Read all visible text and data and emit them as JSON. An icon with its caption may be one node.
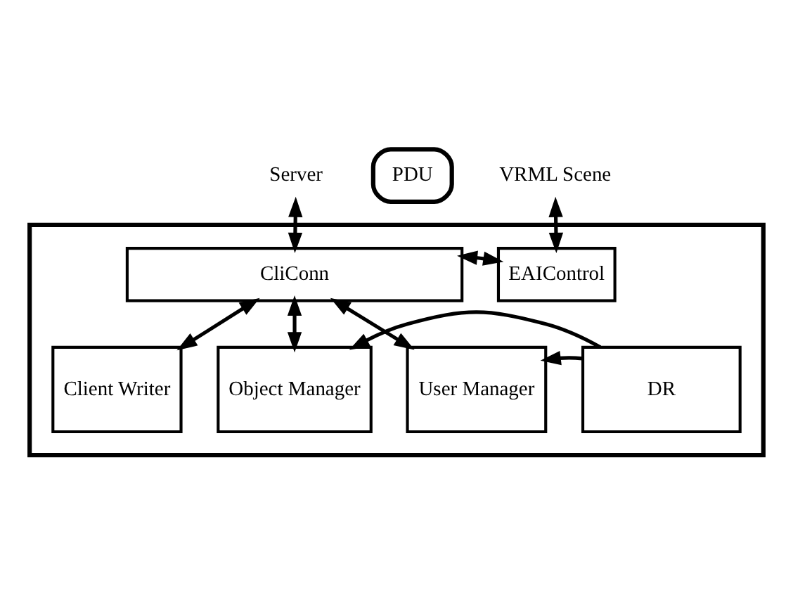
{
  "diagram": {
    "nodes": [
      {
        "text": [
          "Server"
        ]
      },
      {
        "text": [
          "PDU"
        ]
      },
      {
        "text": [
          "VRML Scene"
        ]
      },
      {
        "text": [],
        "shape": "box"
      },
      {
        "text": [
          "CliConn"
        ],
        "in": 3
      },
      {
        "text": [
          "EAIControl"
        ],
        "in": 3
      },
      {
        "text": [
          "Client Writer"
        ],
        "in": 3
      },
      {
        "text": [
          "Object Manager"
        ],
        "in": 3
      },
      {
        "text": [
          "User Manager"
        ],
        "in": 3
      },
      {
        "text": [
          "DR"
        ],
        "in": 3
      }
    ],
    "edges": [
      {
        "from": 0,
        "to": 4,
        "arrow": "both"
      },
      {
        "from": 2,
        "to": 5,
        "arrow": "both"
      },
      {
        "from": 4,
        "to": 5,
        "arrow": "both"
      },
      {
        "from": 4,
        "to": 6,
        "arrow": "both"
      },
      {
        "from": 4,
        "to": 7,
        "arrow": "both"
      },
      {
        "from": 4,
        "to": 8,
        "arrow": "both"
      },
      {
        "from": 9,
        "to": 8,
        "arrow": "to"
      },
      {
        "from": 9,
        "to": 7,
        "arrow": "to"
      }
    ]
  }
}
